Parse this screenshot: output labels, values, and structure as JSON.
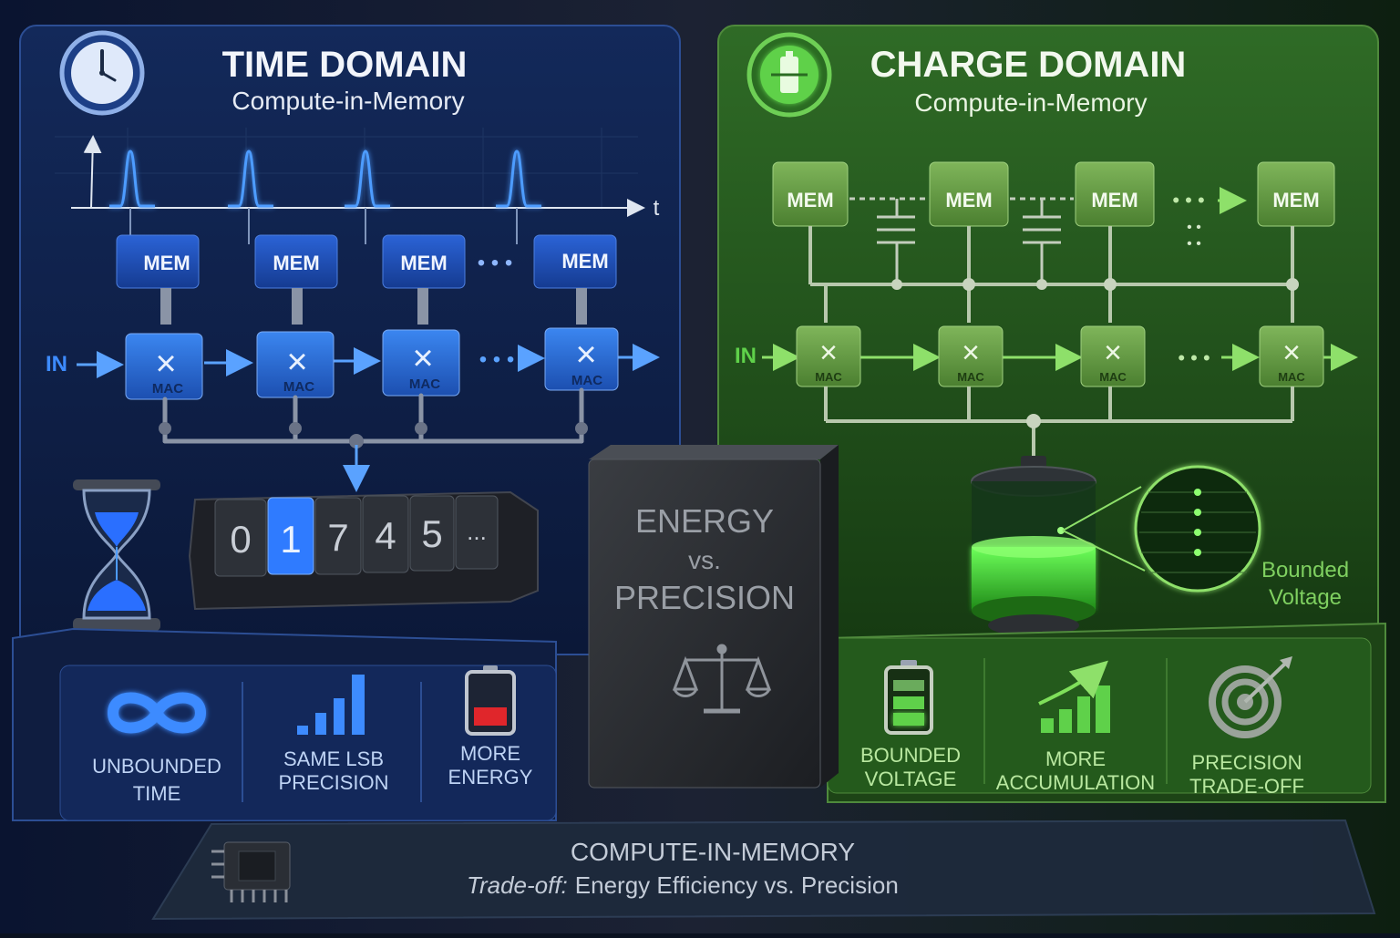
{
  "colors": {
    "time_accent": "#3d8bff",
    "charge_accent": "#5fd14a",
    "background": "#0b1220",
    "battery_low": "#e0262b"
  },
  "time_domain": {
    "title": "TIME DOMAIN",
    "subtitle": "Compute-in-Memory",
    "icon": "clock-icon",
    "axis_label": "t",
    "input_label": "IN",
    "mem_labels": [
      "MEM",
      "MEM",
      "MEM",
      "MEM"
    ],
    "mac_labels": [
      "MAC",
      "MAC",
      "MAC",
      "MAC"
    ],
    "counter_digits": [
      "0",
      "1",
      "7",
      "4",
      "5",
      "..."
    ],
    "features": [
      {
        "icon": "infinity-icon",
        "lines": [
          "UNBOUNDED",
          "TIME"
        ]
      },
      {
        "icon": "signal-bars-icon",
        "lines": [
          "SAME LSB",
          "PRECISION"
        ]
      },
      {
        "icon": "battery-low-icon",
        "lines": [
          "MORE",
          "ENERGY"
        ]
      }
    ]
  },
  "center": {
    "lines": [
      "ENERGY",
      "vs.",
      "PRECISION"
    ],
    "icon": "balance-scale-icon"
  },
  "charge_domain": {
    "title": "CHARGE DOMAIN",
    "subtitle": "Compute-in-Memory",
    "icon": "capacitor-icon",
    "input_label": "IN",
    "mem_labels": [
      "MEM",
      "MEM",
      "MEM",
      "MEM"
    ],
    "mac_labels": [
      "MAC",
      "MAC",
      "MAC",
      "MAC"
    ],
    "voltage_label": [
      "Bounded",
      "Voltage"
    ],
    "features": [
      {
        "icon": "battery-full-icon",
        "lines": [
          "BOUNDED",
          "VOLTAGE"
        ]
      },
      {
        "icon": "growth-chart-icon",
        "lines": [
          "MORE",
          "ACCUMULATION"
        ]
      },
      {
        "icon": "target-icon",
        "lines": [
          "PRECISION",
          "TRADE-OFF"
        ]
      }
    ]
  },
  "footer": {
    "title": "COMPUTE-IN-MEMORY",
    "prefix": "Trade-off:",
    "subtitle": "Energy Efficiency vs. Precision",
    "icon": "chip-icon"
  }
}
